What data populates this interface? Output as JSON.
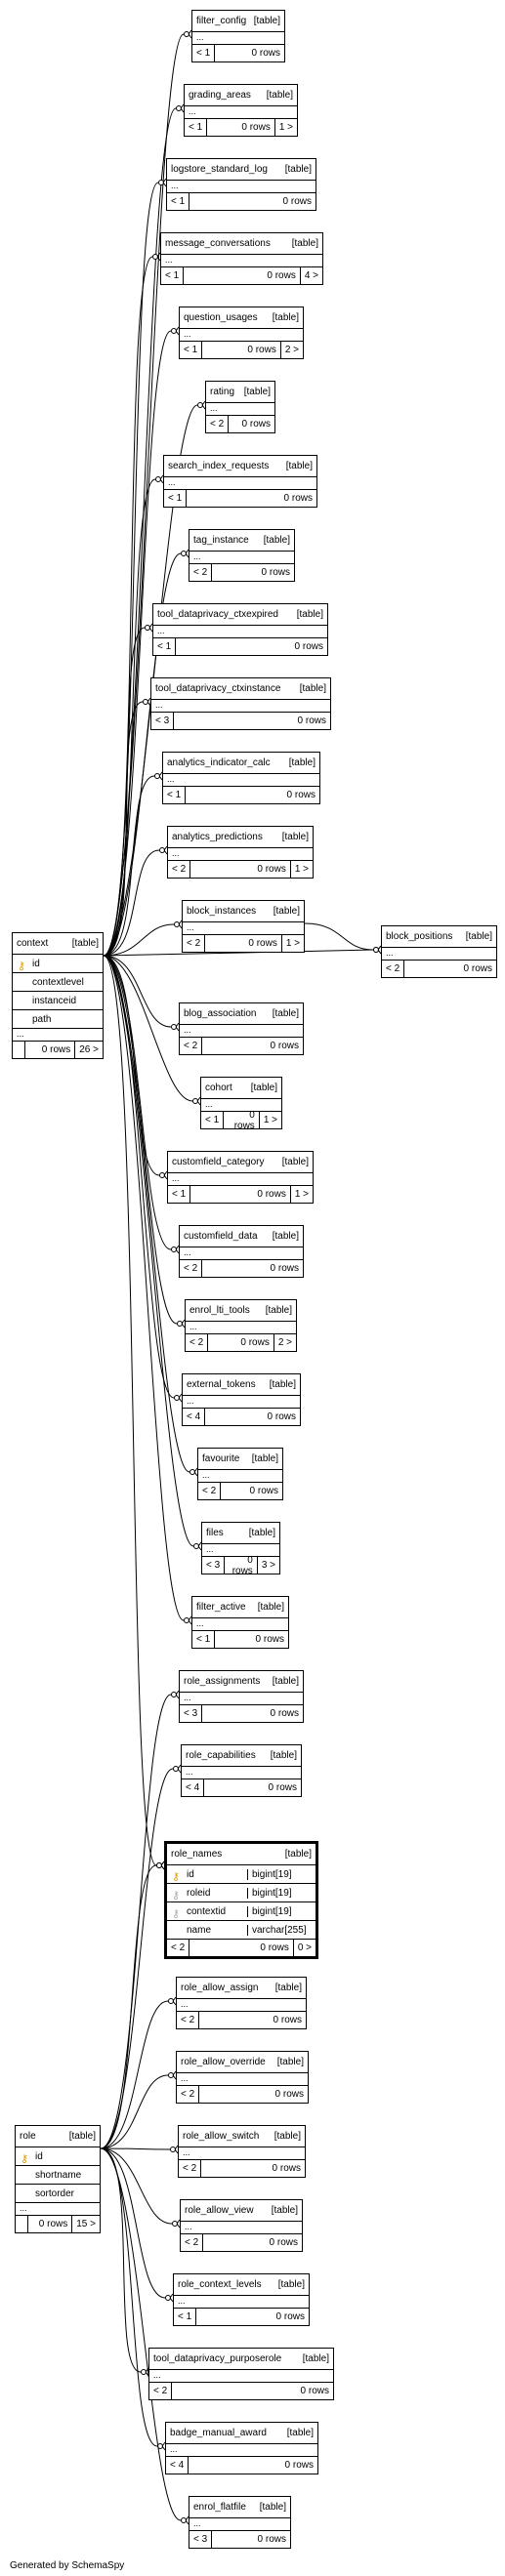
{
  "tables": [
    {
      "id": "filter_config",
      "name": "filter_config",
      "kind": "[table]",
      "left": "< 1",
      "rows": "0 rows",
      "right": ""
    },
    {
      "id": "grading_areas",
      "name": "grading_areas",
      "kind": "[table]",
      "left": "< 1",
      "rows": "0 rows",
      "right": "1 >"
    },
    {
      "id": "logstore_standard_log",
      "name": "logstore_standard_log",
      "kind": "[table]",
      "left": "< 1",
      "rows": "0 rows",
      "right": ""
    },
    {
      "id": "message_conversations",
      "name": "message_conversations",
      "kind": "[table]",
      "left": "< 1",
      "rows": "0 rows",
      "right": "4 >"
    },
    {
      "id": "question_usages",
      "name": "question_usages",
      "kind": "[table]",
      "left": "< 1",
      "rows": "0 rows",
      "right": "2 >"
    },
    {
      "id": "rating",
      "name": "rating",
      "kind": "[table]",
      "left": "< 2",
      "rows": "0 rows",
      "right": ""
    },
    {
      "id": "search_index_requests",
      "name": "search_index_requests",
      "kind": "[table]",
      "left": "< 1",
      "rows": "0 rows",
      "right": ""
    },
    {
      "id": "tag_instance",
      "name": "tag_instance",
      "kind": "[table]",
      "left": "< 2",
      "rows": "0 rows",
      "right": ""
    },
    {
      "id": "tool_dataprivacy_ctxexpired",
      "name": "tool_dataprivacy_ctxexpired",
      "kind": "[table]",
      "left": "< 1",
      "rows": "0 rows",
      "right": ""
    },
    {
      "id": "tool_dataprivacy_ctxinstance",
      "name": "tool_dataprivacy_ctxinstance",
      "kind": "[table]",
      "left": "< 3",
      "rows": "0 rows",
      "right": ""
    },
    {
      "id": "analytics_indicator_calc",
      "name": "analytics_indicator_calc",
      "kind": "[table]",
      "left": "< 1",
      "rows": "0 rows",
      "right": ""
    },
    {
      "id": "analytics_predictions",
      "name": "analytics_predictions",
      "kind": "[table]",
      "left": "< 2",
      "rows": "0 rows",
      "right": "1 >"
    },
    {
      "id": "block_instances",
      "name": "block_instances",
      "kind": "[table]",
      "left": "< 2",
      "rows": "0 rows",
      "right": "1 >"
    },
    {
      "id": "block_positions",
      "name": "block_positions",
      "kind": "[table]",
      "left": "< 2",
      "rows": "0 rows",
      "right": ""
    },
    {
      "id": "blog_association",
      "name": "blog_association",
      "kind": "[table]",
      "left": "< 2",
      "rows": "0 rows",
      "right": ""
    },
    {
      "id": "cohort",
      "name": "cohort",
      "kind": "[table]",
      "left": "< 1",
      "rows": "0 rows",
      "right": "1 >"
    },
    {
      "id": "customfield_category",
      "name": "customfield_category",
      "kind": "[table]",
      "left": "< 1",
      "rows": "0 rows",
      "right": "1 >"
    },
    {
      "id": "customfield_data",
      "name": "customfield_data",
      "kind": "[table]",
      "left": "< 2",
      "rows": "0 rows",
      "right": ""
    },
    {
      "id": "enrol_lti_tools",
      "name": "enrol_lti_tools",
      "kind": "[table]",
      "left": "< 2",
      "rows": "0 rows",
      "right": "2 >"
    },
    {
      "id": "external_tokens",
      "name": "external_tokens",
      "kind": "[table]",
      "left": "< 4",
      "rows": "0 rows",
      "right": ""
    },
    {
      "id": "favourite",
      "name": "favourite",
      "kind": "[table]",
      "left": "< 2",
      "rows": "0 rows",
      "right": ""
    },
    {
      "id": "files",
      "name": "files",
      "kind": "[table]",
      "left": "< 3",
      "rows": "0 rows",
      "right": "3 >"
    },
    {
      "id": "filter_active",
      "name": "filter_active",
      "kind": "[table]",
      "left": "< 1",
      "rows": "0 rows",
      "right": ""
    },
    {
      "id": "role_assignments",
      "name": "role_assignments",
      "kind": "[table]",
      "left": "< 3",
      "rows": "0 rows",
      "right": ""
    },
    {
      "id": "role_capabilities",
      "name": "role_capabilities",
      "kind": "[table]",
      "left": "< 4",
      "rows": "0 rows",
      "right": ""
    },
    {
      "id": "role_allow_assign",
      "name": "role_allow_assign",
      "kind": "[table]",
      "left": "< 2",
      "rows": "0 rows",
      "right": ""
    },
    {
      "id": "role_allow_override",
      "name": "role_allow_override",
      "kind": "[table]",
      "left": "< 2",
      "rows": "0 rows",
      "right": ""
    },
    {
      "id": "role_allow_switch",
      "name": "role_allow_switch",
      "kind": "[table]",
      "left": "< 2",
      "rows": "0 rows",
      "right": ""
    },
    {
      "id": "role_allow_view",
      "name": "role_allow_view",
      "kind": "[table]",
      "left": "< 2",
      "rows": "0 rows",
      "right": ""
    },
    {
      "id": "role_context_levels",
      "name": "role_context_levels",
      "kind": "[table]",
      "left": "< 1",
      "rows": "0 rows",
      "right": ""
    },
    {
      "id": "tool_dataprivacy_purposerole",
      "name": "tool_dataprivacy_purposerole",
      "kind": "[table]",
      "left": "< 2",
      "rows": "0 rows",
      "right": ""
    },
    {
      "id": "badge_manual_award",
      "name": "badge_manual_award",
      "kind": "[table]",
      "left": "< 4",
      "rows": "0 rows",
      "right": ""
    },
    {
      "id": "enrol_flatfile",
      "name": "enrol_flatfile",
      "kind": "[table]",
      "left": "< 3",
      "rows": "0 rows",
      "right": ""
    }
  ],
  "context": {
    "name": "context",
    "kind": "[table]",
    "columns": [
      "id",
      "contextlevel",
      "instanceid",
      "path"
    ],
    "left": "",
    "rows": "0 rows",
    "right": "26 >"
  },
  "role": {
    "name": "role",
    "kind": "[table]",
    "columns": [
      "id",
      "shortname",
      "sortorder"
    ],
    "left": "",
    "rows": "0 rows",
    "right": "15 >"
  },
  "role_names": {
    "name": "role_names",
    "kind": "[table]",
    "columns": [
      {
        "name": "id",
        "type": "bigint[19]",
        "key": "pk"
      },
      {
        "name": "roleid",
        "type": "bigint[19]",
        "key": "fk"
      },
      {
        "name": "contextid",
        "type": "bigint[19]",
        "key": "fk"
      },
      {
        "name": "name",
        "type": "varchar[255]",
        "key": ""
      }
    ],
    "left": "< 2",
    "rows": "0 rows",
    "right": "0 >"
  },
  "ellipsis": "...",
  "footer": "Generated by SchemaSpy",
  "colors": {
    "line": "#000000",
    "key": "#d9a000",
    "fk": "#aaaaaa"
  }
}
